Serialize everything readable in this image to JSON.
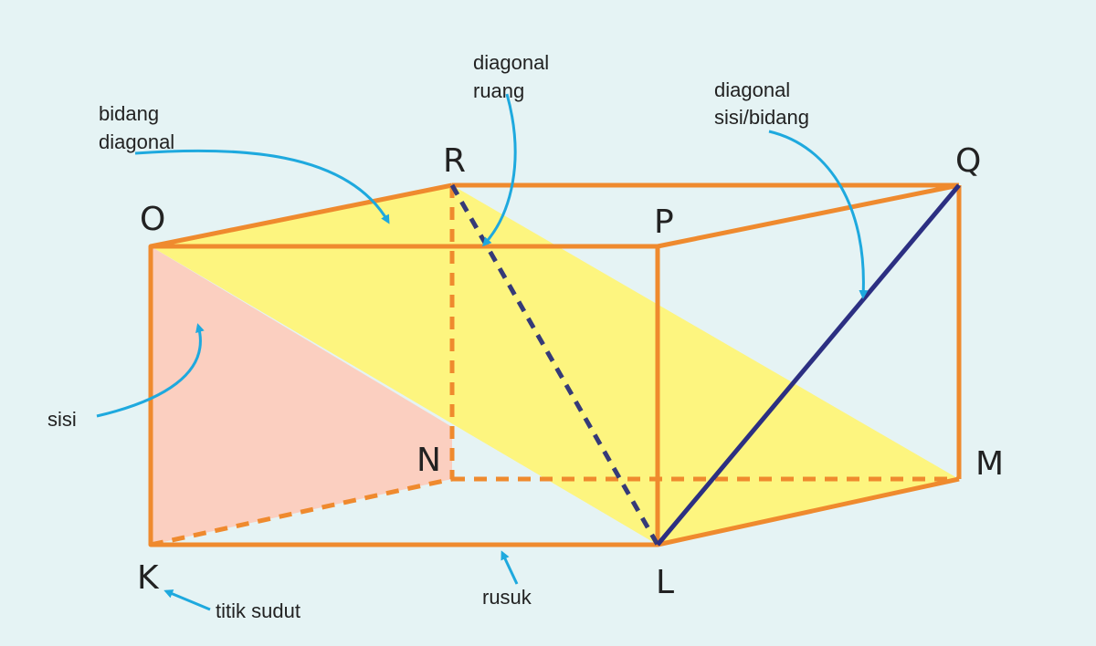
{
  "colors": {
    "background": "#e5f3f4",
    "edge": "#ef8a2e",
    "diagonal_plane": "#fdf57f",
    "face": "#fbcfc0",
    "space_diagonal": "#353a78",
    "face_diagonal": "#2c2f82",
    "arrow": "#1ea9de"
  },
  "vertices": {
    "K": "K",
    "L": "L",
    "M": "M",
    "N": "N",
    "O": "O",
    "P": "P",
    "Q": "Q",
    "R": "R"
  },
  "annotations": {
    "bidang_diagonal": [
      "bidang",
      "diagonal"
    ],
    "diagonal_ruang": [
      "diagonal",
      "ruang"
    ],
    "diagonal_sisi": [
      "diagonal",
      "sisi/bidang"
    ],
    "sisi": "sisi",
    "titik_sudut": "titik sudut",
    "rusuk": "rusuk"
  }
}
